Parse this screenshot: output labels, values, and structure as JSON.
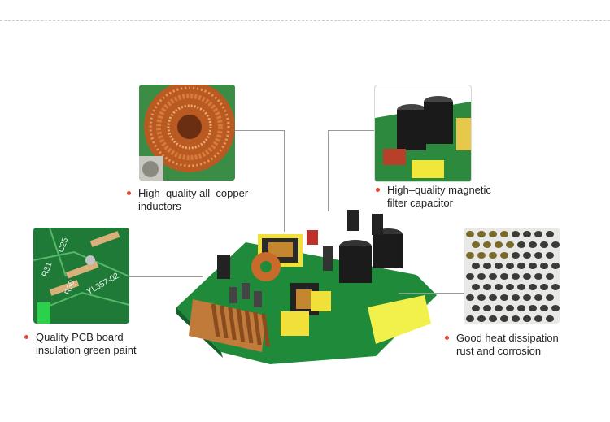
{
  "features": [
    {
      "id": "inductor",
      "line1": "High–quality all–copper",
      "line2": "inductors",
      "icon": "copper-coil-photo"
    },
    {
      "id": "capacitor",
      "line1": "High–quality magnetic",
      "line2": "filter capacitor",
      "icon": "capacitor-photo"
    },
    {
      "id": "pcb",
      "line1": "Quality PCB board",
      "line2": "insulation green paint",
      "icon": "pcb-closeup-photo"
    },
    {
      "id": "heat",
      "line1": "Good heat dissipation",
      "line2": "rust and corrosion",
      "icon": "perforated-metal-photo"
    }
  ],
  "pcb_labels": {
    "part_code": "YL357-02",
    "silk_c25": "C25",
    "silk_r31": "R31",
    "silk_r30": "R30"
  },
  "colors": {
    "bullet": "#e8462a",
    "board_green": "#1f8a3a",
    "copper": "#c86a2a",
    "tag_yellow": "#f2f04a"
  }
}
